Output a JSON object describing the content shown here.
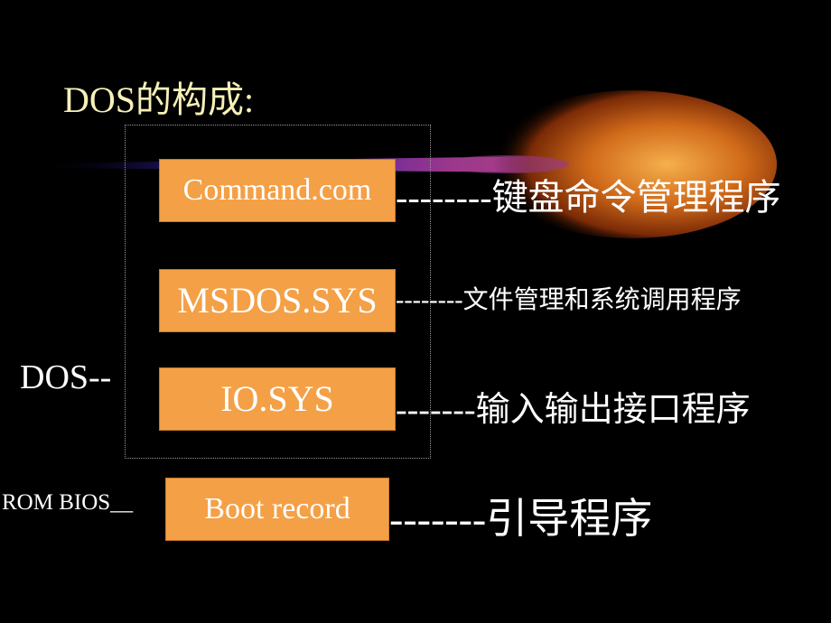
{
  "slide": {
    "title": "DOS的构成:",
    "side_label": "DOS--",
    "rom_label": "ROM  BIOS__",
    "components": [
      {
        "name": "Command.com",
        "description": "--------键盘命令管理程序"
      },
      {
        "name": "MSDOS.SYS",
        "description": "--------文件管理和系统调用程序"
      },
      {
        "name": "IO.SYS",
        "description": "-------输入输出接口程序"
      },
      {
        "name": "Boot  record",
        "description": "-------引导程序"
      }
    ]
  },
  "colors": {
    "background": "#000000",
    "box_fill": "#f4a046",
    "title_text": "#f6f0b8",
    "comet_core": "#f2a24a",
    "comet_tail": "#4c2bbf"
  }
}
